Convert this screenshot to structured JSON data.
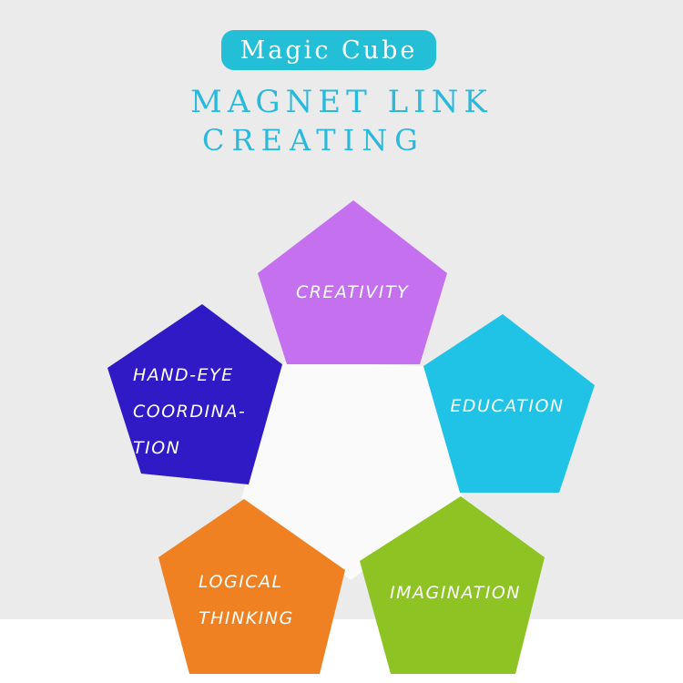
{
  "header": {
    "badge": "Magic Cube",
    "title_line1": "MAGNET LINK",
    "title_line2": "CREATING"
  },
  "colors": {
    "background": "#ebebeb",
    "accent": "#23bfd6",
    "title": "#28b9dc",
    "center": "#fbfafb",
    "creativity": "#c570ee",
    "education": "#20c3e6",
    "imagination": "#8dc322",
    "logical_thinking": "#ef8122",
    "hand_eye": "#2f1ac6"
  },
  "diagram": {
    "nodes": [
      {
        "key": "creativity",
        "lines": [
          "CREATIVITY"
        ]
      },
      {
        "key": "education",
        "lines": [
          "EDUCATION"
        ]
      },
      {
        "key": "imagination",
        "lines": [
          "IMAGINATION"
        ]
      },
      {
        "key": "logical_thinking",
        "lines": [
          "LOGICAL",
          "THINKING"
        ]
      },
      {
        "key": "hand_eye",
        "lines": [
          "HAND-EYE",
          "COORDINA-",
          "TION"
        ]
      }
    ]
  }
}
